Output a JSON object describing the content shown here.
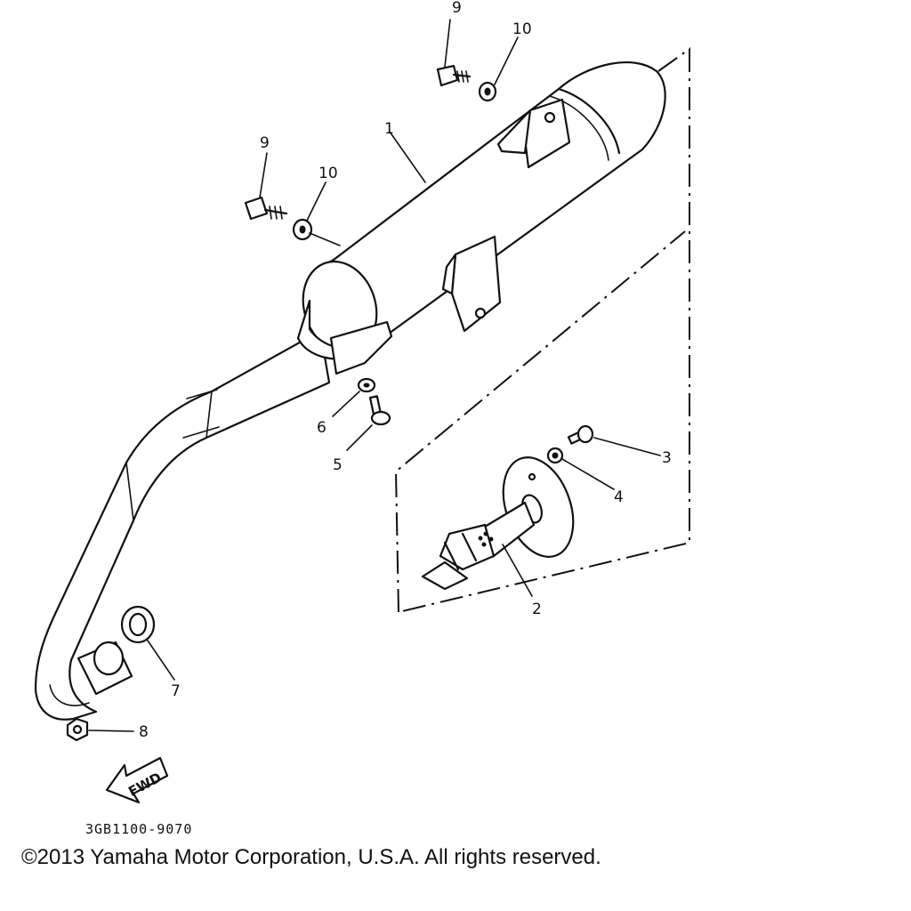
{
  "callouts": {
    "c1": "1",
    "c2": "2",
    "c3": "3",
    "c4": "4",
    "c5": "5",
    "c6": "6",
    "c7": "7",
    "c8": "8",
    "c9a": "9",
    "c9b": "9",
    "c10a": "10",
    "c10b": "10"
  },
  "fwd_label": "FWD",
  "reference_code": "3GB1100-9070",
  "copyright": "©2013 Yamaha Motor Corporation, U.S.A. All rights reserved."
}
